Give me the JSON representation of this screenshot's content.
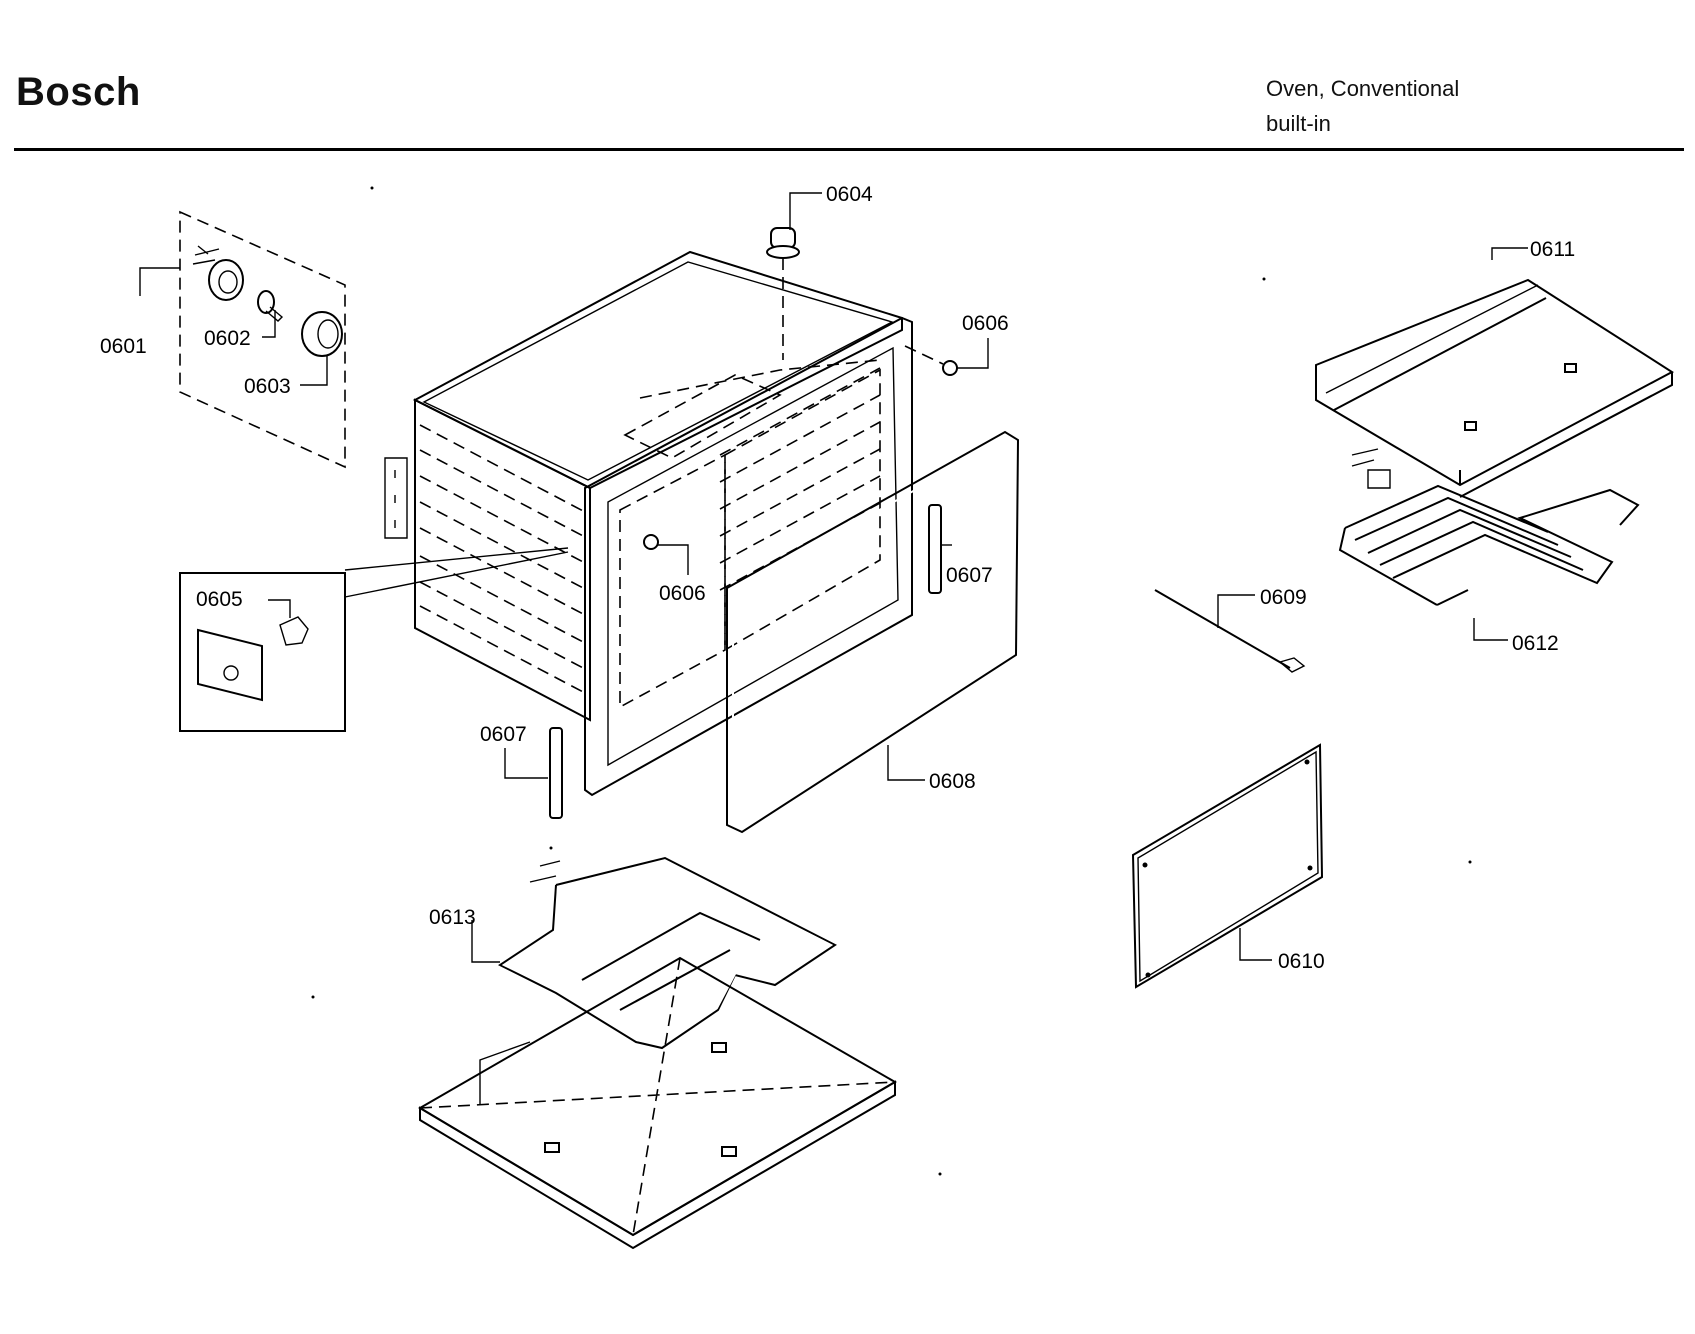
{
  "header": {
    "brand": "Bosch",
    "product_line1": "Oven, Conventional",
    "product_line2": "built-in"
  },
  "callouts": {
    "c0601": "0601",
    "c0602": "0602",
    "c0603": "0603",
    "c0604": "0604",
    "c0605": "0605",
    "c0606a": "0606",
    "c0606b": "0606",
    "c0607a": "0607",
    "c0607b": "0607",
    "c0608": "0608",
    "c0609": "0609",
    "c0610": "0610",
    "c0611": "0611",
    "c0612": "0612",
    "c0613": "0613"
  }
}
